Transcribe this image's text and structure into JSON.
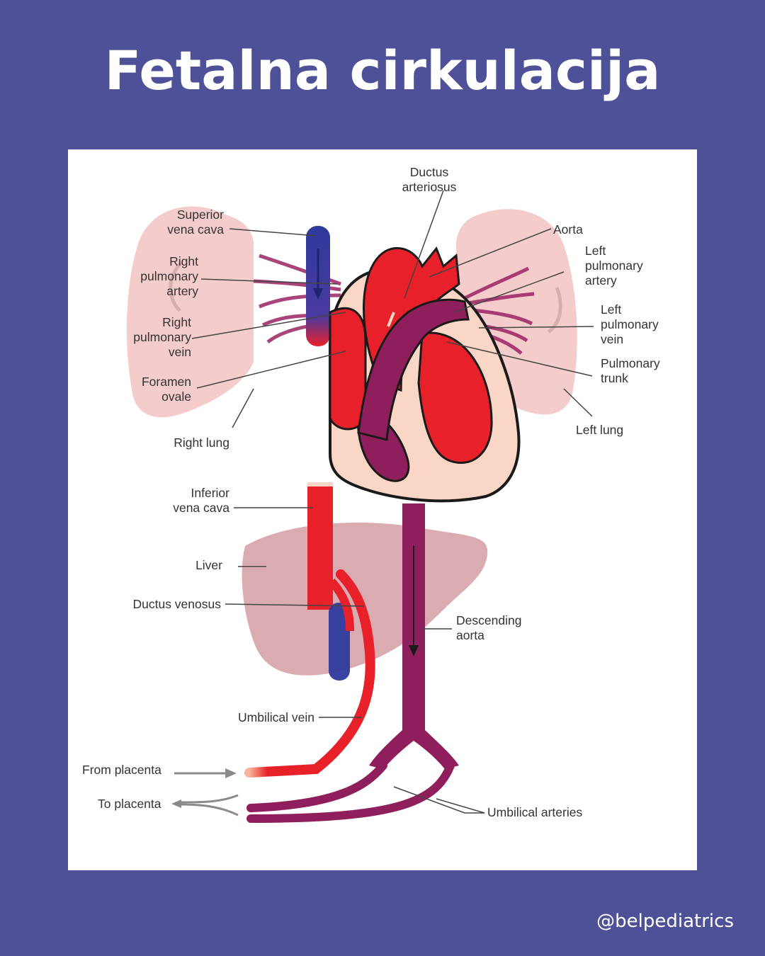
{
  "title": "Fetalna cirkulacija",
  "handle": "@belpediatrics",
  "colors": {
    "background": "#4e5198",
    "oxygenated": "#e8202a",
    "deoxygenated": "#2e3a9c",
    "mixed": "#8e1f5c",
    "lung": "#f4c7c6",
    "liver": "#cf8f98"
  },
  "labels": {
    "ductus_arteriosus": [
      "Ductus",
      "arteriosus"
    ],
    "superior_vena_cava": [
      "Superior",
      "vena cava"
    ],
    "aorta": [
      "Aorta"
    ],
    "right_pulmonary_artery": [
      "Right",
      "pulmonary",
      "artery"
    ],
    "left_pulmonary_artery": [
      "Left",
      "pulmonary",
      "artery"
    ],
    "right_pulmonary_vein": [
      "Right",
      "pulmonary",
      "vein"
    ],
    "left_pulmonary_vein": [
      "Left",
      "pulmonary",
      "vein"
    ],
    "foramen_ovale": [
      "Foramen",
      "ovale"
    ],
    "pulmonary_trunk": [
      "Pulmonary",
      "trunk"
    ],
    "right_lung": [
      "Right lung"
    ],
    "left_lung": [
      "Left lung"
    ],
    "inferior_vena_cava": [
      "Inferior",
      "vena cava"
    ],
    "liver": [
      "Liver"
    ],
    "ductus_venosus": [
      "Ductus venosus"
    ],
    "descending_aorta": [
      "Descending",
      "aorta"
    ],
    "umbilical_vein": [
      "Umbilical vein"
    ],
    "from_placenta": [
      "From placenta"
    ],
    "to_placenta": [
      "To placenta"
    ],
    "umbilical_arteries": [
      "Umbilical arteries"
    ]
  }
}
